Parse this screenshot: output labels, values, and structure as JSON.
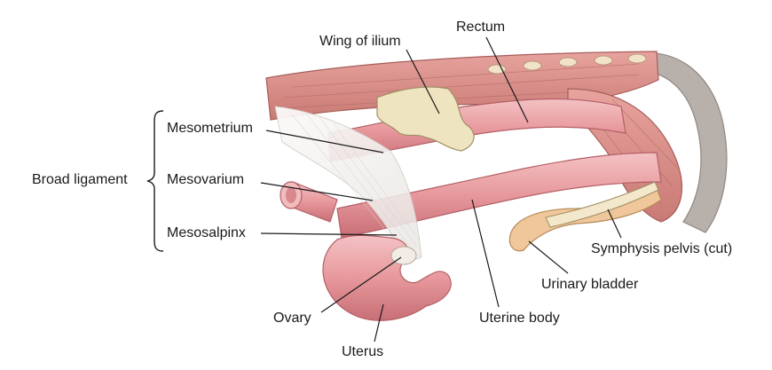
{
  "labels": {
    "rectum": "Rectum",
    "wing_of_ilium": "Wing of ilium",
    "mesometrium": "Mesometrium",
    "mesovarium": "Mesovarium",
    "mesosalpinx": "Mesosalpinx",
    "broad_ligament": "Broad ligament",
    "symphysis_pelvis": "Symphysis pelvis (cut)",
    "urinary_bladder": "Urinary bladder",
    "uterine_body": "Uterine body",
    "ovary": "Ovary",
    "uterus": "Uterus"
  },
  "colors": {
    "tissue_pink": "#e9a3a6",
    "tissue_dark": "#c97378",
    "muscle": "#d98a86",
    "bone": "#efe4c0",
    "ligament": "#f4f2f0",
    "bladder": "#f0c79a",
    "pelvis_gray": "#b8b0ab",
    "ink": "#1a1a1a"
  }
}
